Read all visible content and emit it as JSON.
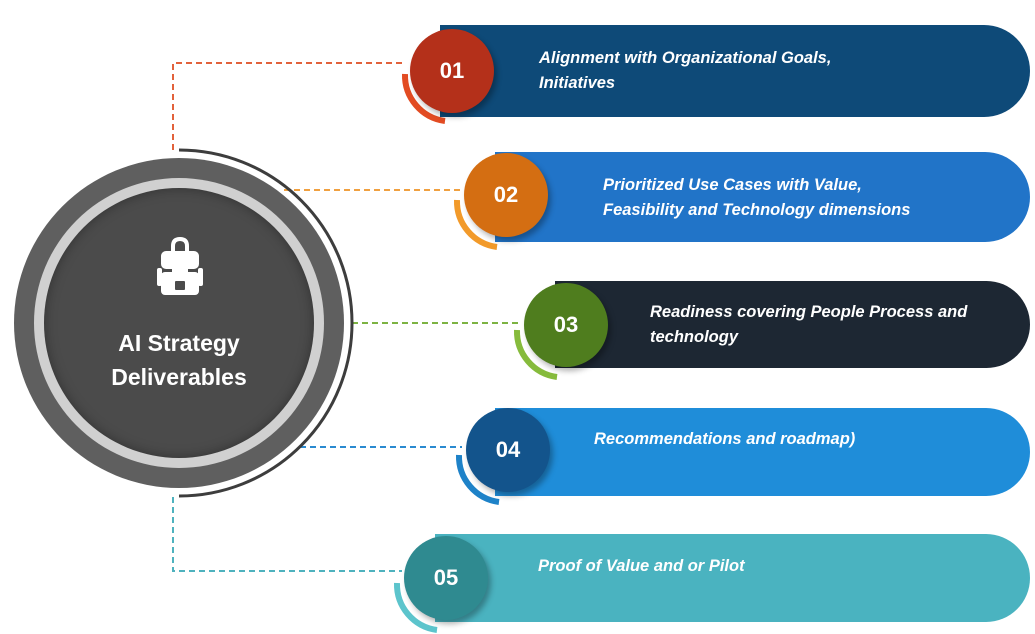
{
  "hub": {
    "title_line1": "AI Strategy",
    "title_line2": "Deliverables",
    "icon": "backpack-icon",
    "colors": {
      "outer": "#5f5f5f",
      "ring": "#d0d0d0",
      "core": "#4b4b4b"
    }
  },
  "items": [
    {
      "number": "01",
      "text": "Alignment with Organizational Goals,\nInitiatives",
      "badge_color": "#b4301a",
      "arc_color": "#e24b22",
      "bar_color": "#0e4a78",
      "connector_color": "#e2623c"
    },
    {
      "number": "02",
      "text": "Prioritized Use Cases  with Value,\nFeasibility and Technology dimensions",
      "badge_color": "#d46e12",
      "arc_color": "#f29a2a",
      "bar_color": "#2174c8",
      "connector_color": "#f0a040"
    },
    {
      "number": "03",
      "text": "Readiness covering People Process and\ntechnology",
      "badge_color": "#4f7d1e",
      "arc_color": "#86bb3c",
      "bar_color": "#1d2733",
      "connector_color": "#7cb342"
    },
    {
      "number": "04",
      "text": "Recommendations and roadmap)",
      "badge_color": "#13548c",
      "arc_color": "#1e82c8",
      "bar_color": "#1f8dd9",
      "connector_color": "#2a8ad0"
    },
    {
      "number": "05",
      "text": "Proof of Value and or Pilot",
      "badge_color": "#2f8a90",
      "arc_color": "#5cc4cc",
      "bar_color": "#4ab3c0",
      "connector_color": "#4fb2be"
    }
  ]
}
